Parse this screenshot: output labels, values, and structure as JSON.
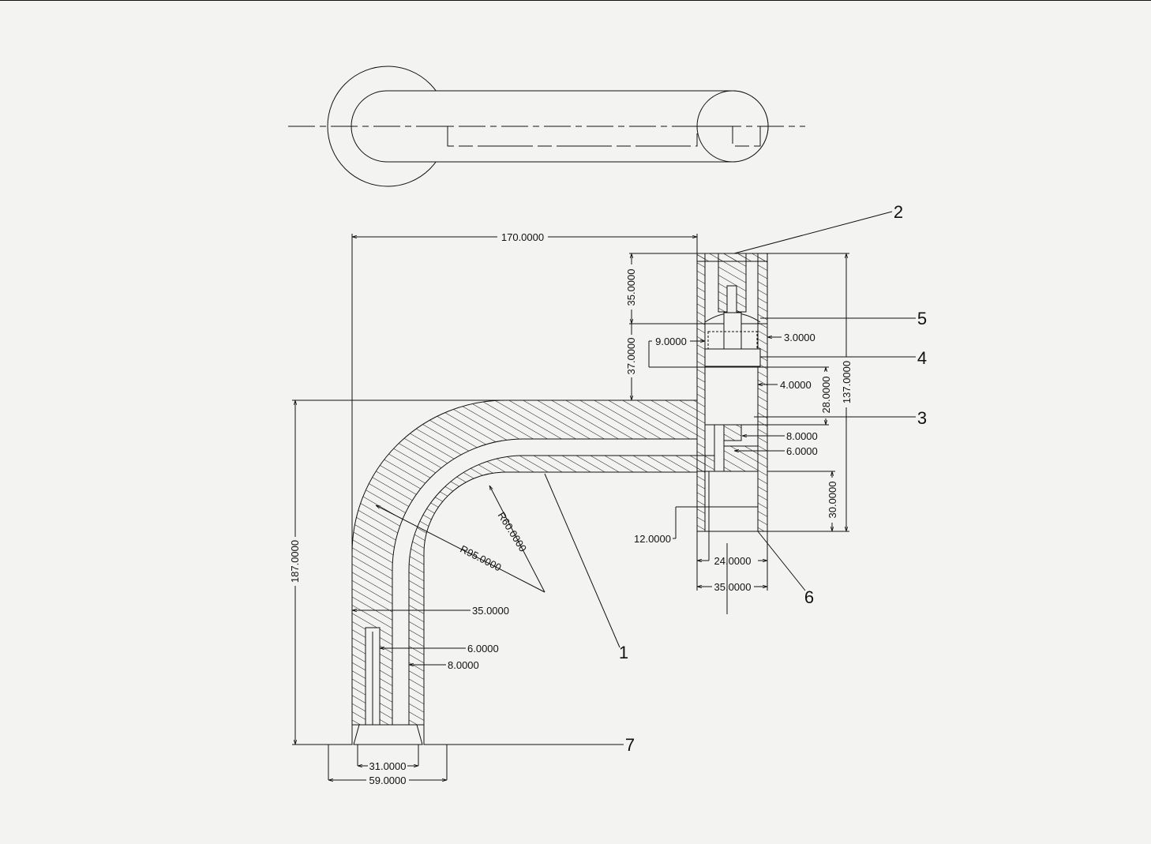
{
  "drawing": {
    "dimensions": {
      "overall_width": "170.0000",
      "overall_height": "187.0000",
      "cartridge_height": "137.0000",
      "head_height": "35.0000",
      "upper_body": "37.0000",
      "cap_offset": "9.0000",
      "seat_gap": "3.0000",
      "chamber_wall": "4.0000",
      "chamber_height": "28.0000",
      "stem_wall": "8.0000",
      "stem_bore": "6.0000",
      "outlet_height": "30.0000",
      "thread_depth": "12.0000",
      "outlet_inner": "24.0000",
      "outlet_outer": "35.0000",
      "inner_radius": "R60.0000",
      "outer_radius": "R95.0000",
      "spout_width": "35.0000",
      "pipe_bore": "6.0000",
      "pipe_wall": "8.0000",
      "base_inner": "31.0000",
      "base_outer": "59.0000"
    },
    "callouts": [
      "1",
      "2",
      "3",
      "4",
      "5",
      "6",
      "7"
    ]
  }
}
